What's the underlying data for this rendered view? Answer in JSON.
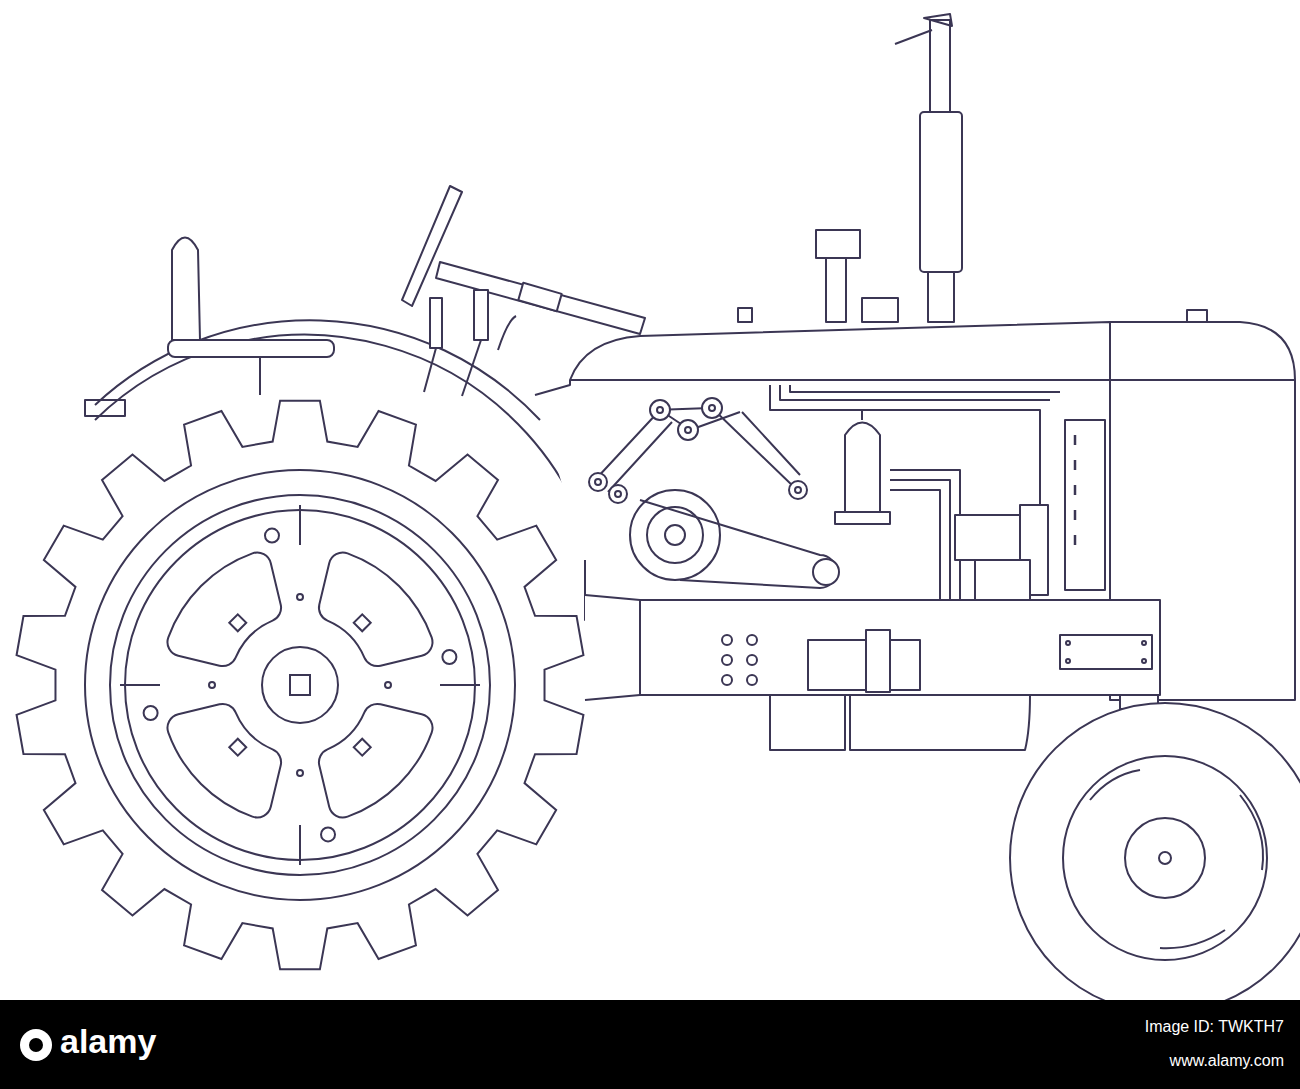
{
  "diagram": {
    "labels": [
      "alamy",
      "Image ID: TWKTH7",
      "www.alamy.com"
    ]
  }
}
